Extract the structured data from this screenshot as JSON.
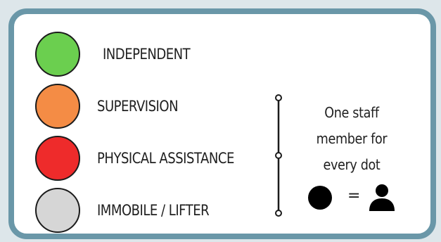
{
  "legend": {
    "items": [
      {
        "label": "INDEPENDENT",
        "color": "#6bcf4f"
      },
      {
        "label": "SUPERVISION",
        "color": "#f48c45"
      },
      {
        "label": "PHYSICAL ASSISTANCE",
        "color": "#ee2b2b"
      },
      {
        "label": "IMMOBILE / LIFTER",
        "color": "#d6d6d6"
      }
    ]
  },
  "staff_note": {
    "lines": [
      "One staff",
      "member for",
      "every dot"
    ],
    "equals_sign": "="
  },
  "icons": {
    "dot": "black-dot-icon",
    "person": "person-icon",
    "scale": "vertical-scale-icon"
  },
  "colors": {
    "border": "#6a97a8",
    "background": "#dde6ea"
  }
}
